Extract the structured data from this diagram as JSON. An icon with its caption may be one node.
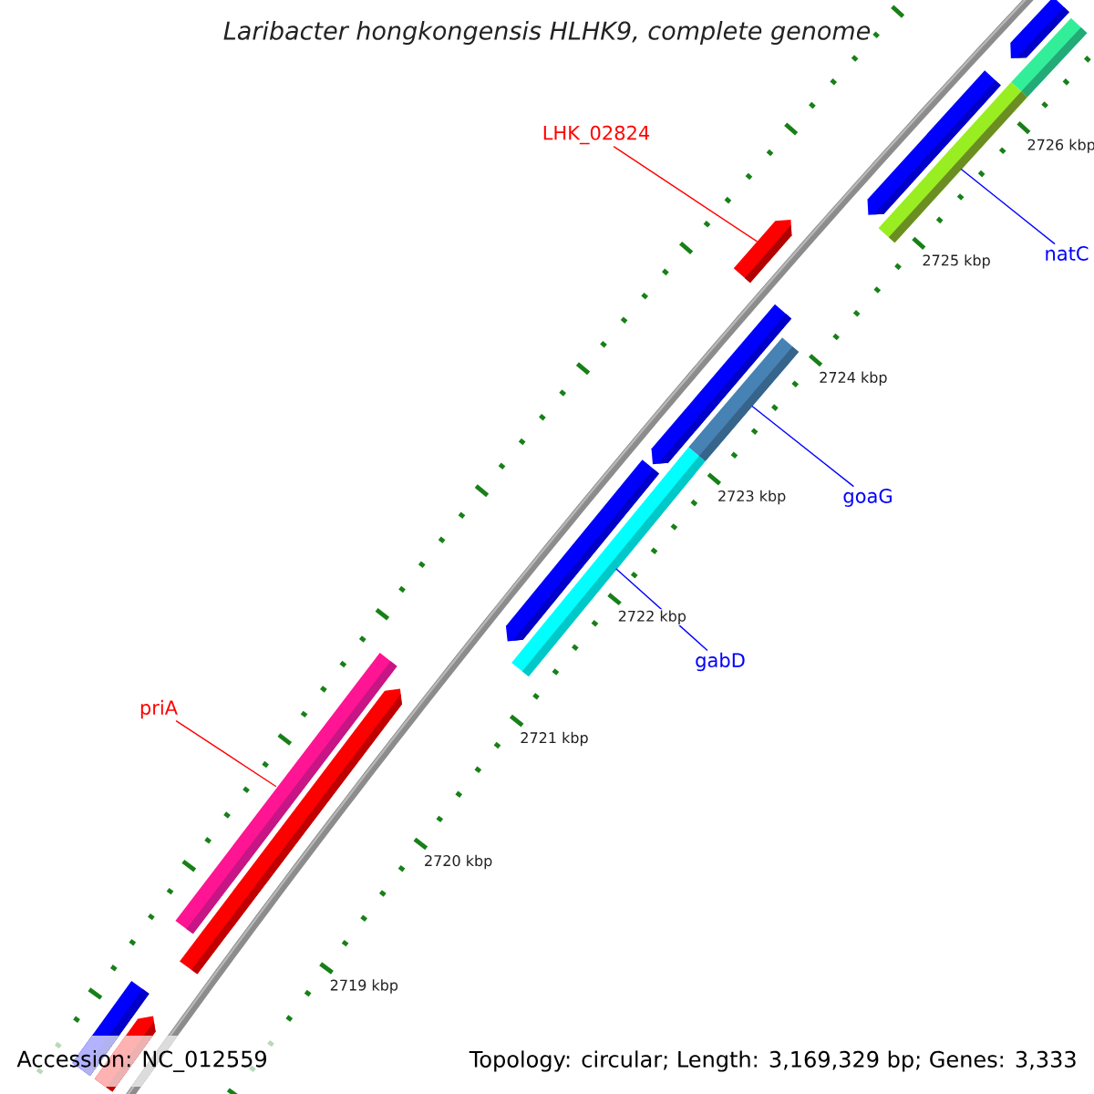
{
  "diagram": {
    "title": "Laribacter hongkongensis HLHK9, complete genome",
    "nodes": [
      {
        "text": [
          "LHK_02824"
        ]
      },
      {
        "text": [
          "natC"
        ]
      },
      {
        "text": [
          "goaG"
        ]
      },
      {
        "text": [
          "gabD"
        ]
      },
      {
        "text": [
          "priA"
        ]
      },
      {
        "text": [],
        "shape": "bar"
      },
      {
        "text": [],
        "shape": "bar"
      },
      {
        "text": [],
        "shape": "bar"
      },
      {
        "text": [],
        "shape": "bar"
      },
      {
        "text": [],
        "shape": "bar"
      },
      {
        "text": [],
        "shape": "bar"
      },
      {
        "text": [],
        "shape": "bar"
      },
      {
        "text": [],
        "shape": "bar"
      },
      {
        "text": [],
        "shape": "bar"
      },
      {
        "text": [],
        "shape": "bar"
      },
      {
        "text": [],
        "shape": "bar"
      },
      {
        "text": [],
        "shape": "bar"
      },
      {
        "text": [],
        "shape": "bar"
      }
    ],
    "edges": [
      {
        "from": 0,
        "to": 9,
        "arrow": "none",
        "color": "#ff0000"
      },
      {
        "from": 1,
        "to": 8,
        "arrow": "none"
      },
      {
        "from": 2,
        "to": 11,
        "arrow": "none"
      },
      {
        "from": 3,
        "to": 13,
        "arrow": "none"
      },
      {
        "from": 4,
        "to": 14,
        "arrow": "none",
        "color": "#ff0000"
      }
    ],
    "labels": [
      "2726 kbp",
      "2725 kbp",
      "2724 kbp",
      "2723 kbp",
      "2722 kbp",
      "2721 kbp",
      "2720 kbp",
      "2719 kbp",
      "Accession: NC_012559",
      "Topology: circular; Length: 3,169,329 bp; Genes: 3,333"
    ]
  }
}
